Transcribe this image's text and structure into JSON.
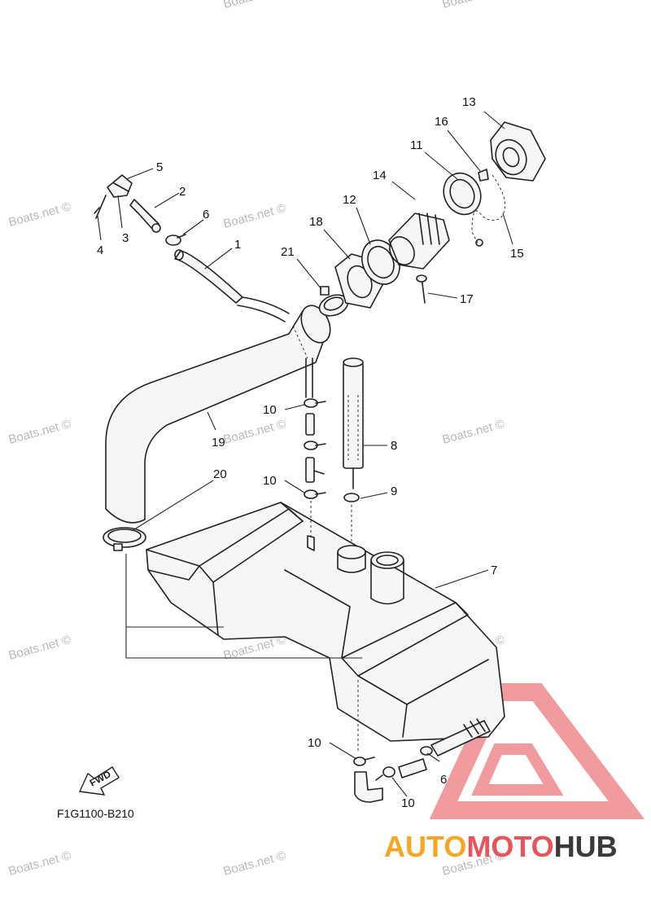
{
  "diagram": {
    "code": "F1G1100-B210",
    "fwd_label": "FWD",
    "callouts": [
      {
        "id": "c1",
        "text": "1"
      },
      {
        "id": "c2",
        "text": "2"
      },
      {
        "id": "c3",
        "text": "3"
      },
      {
        "id": "c4",
        "text": "4"
      },
      {
        "id": "c5",
        "text": "5"
      },
      {
        "id": "c6a",
        "text": "6"
      },
      {
        "id": "c6b",
        "text": "6"
      },
      {
        "id": "c7",
        "text": "7"
      },
      {
        "id": "c8",
        "text": "8"
      },
      {
        "id": "c9",
        "text": "9"
      },
      {
        "id": "c10a",
        "text": "10"
      },
      {
        "id": "c10b",
        "text": "10"
      },
      {
        "id": "c10c",
        "text": "10"
      },
      {
        "id": "c10d",
        "text": "10"
      },
      {
        "id": "c11",
        "text": "11"
      },
      {
        "id": "c12",
        "text": "12"
      },
      {
        "id": "c13",
        "text": "13"
      },
      {
        "id": "c14",
        "text": "14"
      },
      {
        "id": "c15",
        "text": "15"
      },
      {
        "id": "c16",
        "text": "16"
      },
      {
        "id": "c17",
        "text": "17"
      },
      {
        "id": "c18",
        "text": "18"
      },
      {
        "id": "c19",
        "text": "19"
      },
      {
        "id": "c20",
        "text": "20"
      },
      {
        "id": "c21",
        "text": "21"
      }
    ]
  },
  "watermark": {
    "text": "Boats.net ©"
  },
  "brand": {
    "part1": "AUTO",
    "part2": "MOTO",
    "part3": "HUB",
    "color1": "#f5a623",
    "color2": "#e8545a",
    "color3": "#3a3a3a"
  }
}
